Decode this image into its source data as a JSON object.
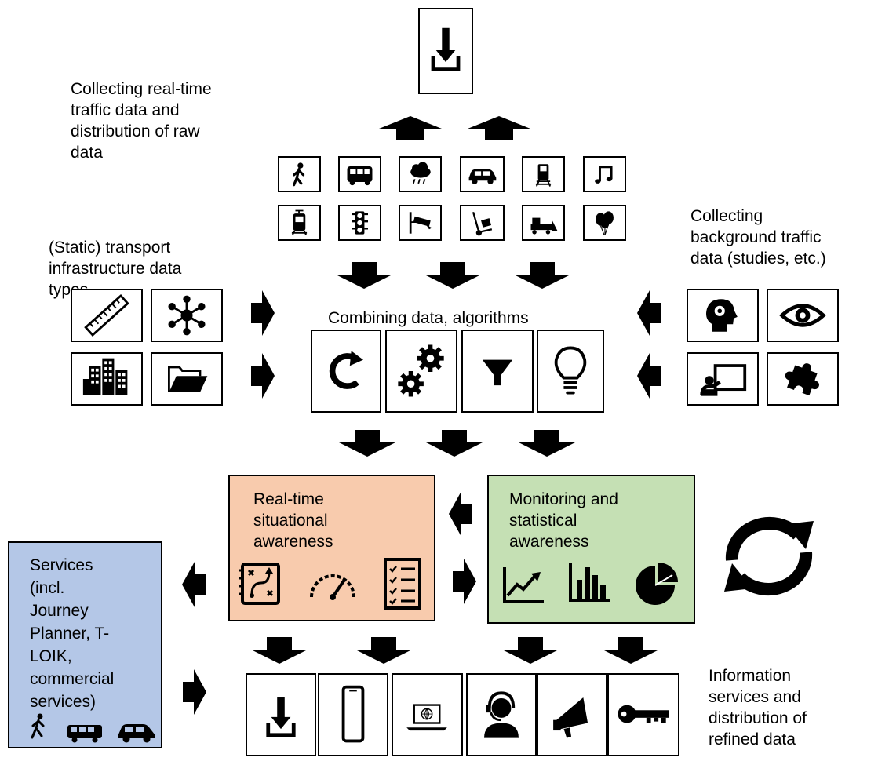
{
  "labels": {
    "collect_realtime": "Collecting real-time\ntraffic data and\ndistribution of raw\ndata",
    "static_infra": "(Static) transport\ninfrastructure data\ntypes",
    "collect_background": "Collecting\nbackground traffic\ndata (studies, etc.)",
    "combining": "Combining data, algorithms",
    "realtime_awareness": "Real-time\nsituational\nawareness",
    "monitoring_awareness": "Monitoring and\nstatistical\nawareness",
    "services": "Services\n(incl.\nJourney\nPlanner, T-\nLOIK,\ncommercial\nservices)",
    "information_services": "Information\nservices and\ndistribution of\nrefined data"
  },
  "colors": {
    "realtime_panel": "#F8CBAD",
    "monitoring_panel": "#C5E0B4",
    "services_panel": "#B4C7E7"
  },
  "icons": {
    "top": "download-icon",
    "sources_row1": [
      "pedestrian-icon",
      "bus-icon",
      "storm-cloud-icon",
      "car-icon",
      "train-icon",
      "music-note-icon"
    ],
    "sources_row2": [
      "tram-icon",
      "traffic-light-icon",
      "cctv-camera-icon",
      "hand-truck-icon",
      "snowplow-icon",
      "balloons-icon"
    ],
    "infrastructure": [
      "ruler-icon",
      "network-hub-icon",
      "buildings-icon",
      "folder-open-icon"
    ],
    "algorithms": [
      "refresh-icon",
      "gears-icon",
      "filter-icon",
      "lightbulb-icon"
    ],
    "background": [
      "brain-head-icon",
      "eye-icon",
      "teacher-board-icon",
      "puzzle-icon"
    ],
    "realtime": [
      "strategy-map-icon",
      "speedometer-icon",
      "checklist-icon"
    ],
    "monitoring": [
      "line-chart-icon",
      "bar-chart-icon",
      "pie-chart-icon"
    ],
    "sync": "sync-arrows-icon",
    "services": [
      "pedestrian-icon",
      "bus-icon",
      "car-icon"
    ],
    "outputs": [
      "download-icon",
      "smartphone-icon",
      "laptop-globe-icon",
      "call-agent-icon",
      "megaphone-icon",
      "key-icon"
    ]
  }
}
